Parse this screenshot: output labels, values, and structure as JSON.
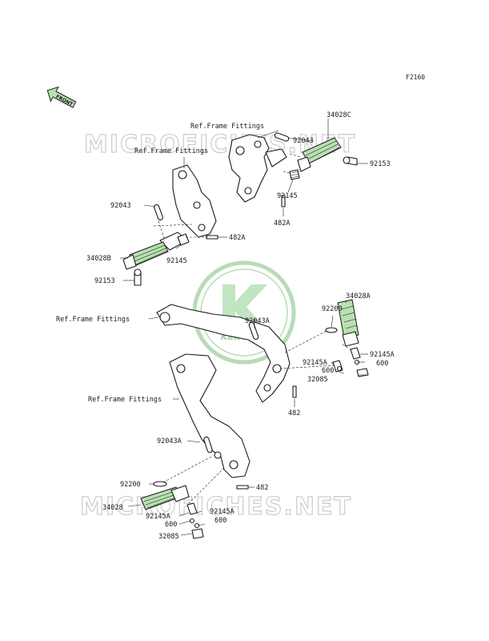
{
  "diagram_code": "F2160",
  "front_label": "FRONT",
  "logo_text": "Kawasaki",
  "watermark_text": "MICROFICHES.NET",
  "labels": {
    "ref_frame_top": "Ref.Frame Fittings",
    "ref_frame_left_upper": "Ref.Frame Fittings",
    "ref_frame_mid": "Ref.Frame Fittings",
    "ref_frame_lower": "Ref.Frame Fittings",
    "p34028C": "34028C",
    "p92043_top": "92043",
    "p92153_right": "92153",
    "p92145_top": "92145",
    "p482A_top": "482A",
    "p92043_left": "92043",
    "p482A_left": "482A",
    "p34028B": "34028B",
    "p92145_left": "92145",
    "p92153_left": "92153",
    "p34028A": "34028A",
    "p92200_right": "92200",
    "p92043A_mid": "92043A",
    "p92145A_right": "92145A",
    "p92145A_mid": "92145A",
    "p600_right": "600",
    "p600_mid": "600",
    "p32085_right": "32085",
    "p482_mid": "482",
    "p92043A_low": "92043A",
    "p92200_low": "92200",
    "p482_low": "482",
    "p34028": "34028",
    "p92145A_lowleft": "92145A",
    "p92145A_lowright": "92145A",
    "p600_lowleft": "600",
    "p600_lowright": "600",
    "p32085_low": "32085"
  },
  "colors": {
    "part_highlight": "#b8e0b0",
    "watermark": "#cfcfcf",
    "logo": "#7fbf7f",
    "line": "#1a1a1a"
  }
}
